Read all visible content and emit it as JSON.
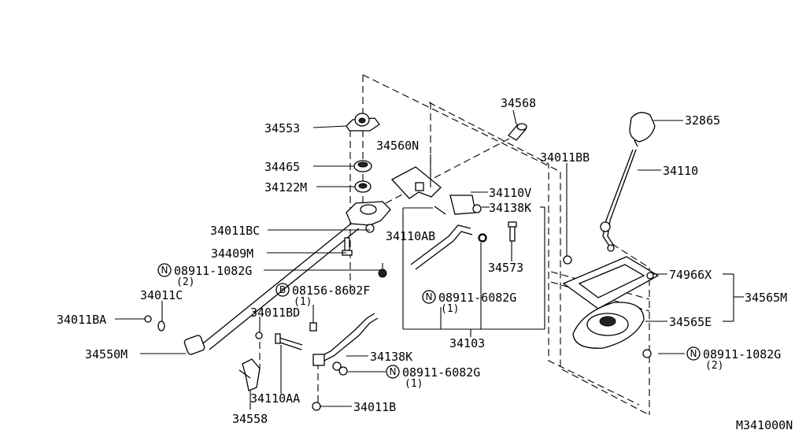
{
  "diagram_id": "M341000N",
  "labels": {
    "p34553": "34553",
    "p34465": "34465",
    "p34122M": "34122M",
    "p34560N": "34560N",
    "p34568": "34568",
    "p32865": "32865",
    "p34011BB": "34011BB",
    "p34110": "34110",
    "p34110V": "34110V",
    "p34138K_top": "34138K",
    "p34011BC": "34011BC",
    "p34110AB": "34110AB",
    "p34409M": "34409M",
    "p34573": "34573",
    "n08911_1082G_left": "08911-1082G",
    "n08911_1082G_left_qty": "(2)",
    "p74966X": "74966X",
    "p34565M": "34565M",
    "p34011C": "34011C",
    "b08156_8602F": "08156-8602F",
    "b08156_8602F_qty": "(1)",
    "n08911_6082G_mid": "08911-6082G",
    "n08911_6082G_mid_qty": "(1)",
    "p34011BA": "34011BA",
    "p34011BD": "34011BD",
    "p34565E": "34565E",
    "p34103": "34103",
    "p34550M": "34550M",
    "p34138K_low": "34138K",
    "n08911_1082G_right": "08911-1082G",
    "n08911_1082G_right_qty": "(2)",
    "n08911_6082G_low": "08911-6082G",
    "n08911_6082G_low_qty": "(1)",
    "p34110AA": "34110AA",
    "p34011B": "34011B",
    "p34558": "34558"
  },
  "markers": {
    "n": "N",
    "b": "B"
  }
}
